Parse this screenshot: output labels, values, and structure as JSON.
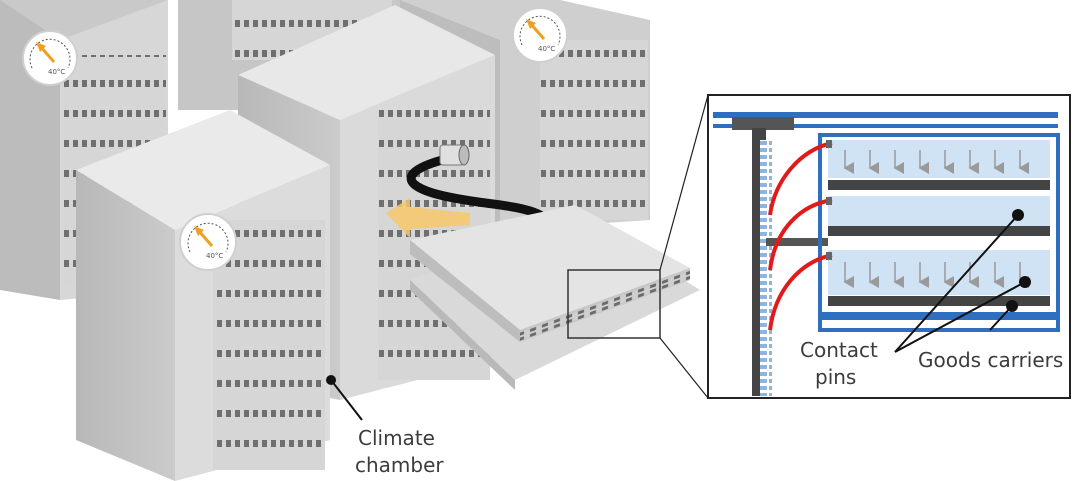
{
  "labels": {
    "contact_pins_line1": "Contact",
    "contact_pins_line2": "pins",
    "goods_carriers": "Goods carriers",
    "climate_chamber_line1": "Climate",
    "climate_chamber_line2": "chamber"
  },
  "gauges": {
    "left_back": "40°C",
    "right_back": "40°C",
    "front": "40°C"
  },
  "colors": {
    "cabinet_face": "#d9d9d9",
    "cabinet_side": "#bdbdbd",
    "cabinet_top": "#ebebeb",
    "inset_frame_blue": "#2f6fc0",
    "inset_fill_lightblue": "#cfe3f5",
    "pin_wire_red": "#e11b1b",
    "arrow_yellow": "#f7c86a"
  }
}
